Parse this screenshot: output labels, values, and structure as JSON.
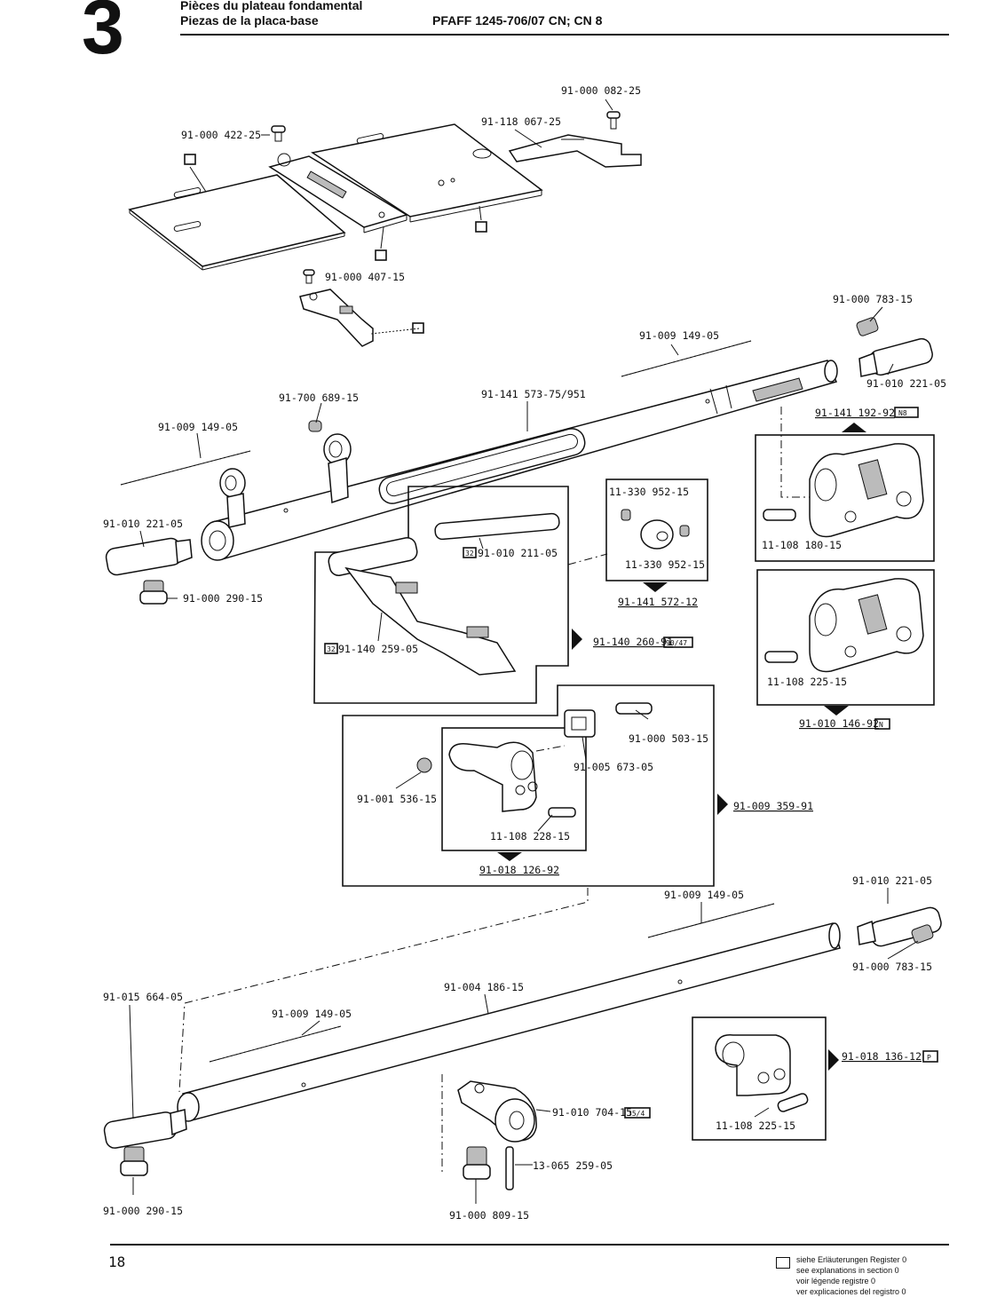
{
  "header": {
    "section_number": "3",
    "title_fr": "Pièces du plateau fondamental",
    "title_es": "Piezas de la placa-base",
    "model": "PFAFF 1245-706/07 CN; CN 8"
  },
  "labels": {
    "p1": "91-000 082-25",
    "p2": "91-118 067-25",
    "p3": "91-000 422-25",
    "p4": "91-000 407-15",
    "p5": "91-000 783-15",
    "p6": "91-009 149-05",
    "p7": "91-010 221-05",
    "p8": "91-700 689-15",
    "p9": "91-141 573-75/951",
    "p10": "91-009 149-05",
    "p11": "91-141 192-92",
    "p12": "11-108 180-15",
    "p13": "11-330 952-15",
    "p14": "11-330 952-15",
    "p15": "91-141 572-12",
    "p16": "91-010 221-05",
    "p17": "91-010 211-05",
    "p18": "91-000 290-15",
    "p19": "91-140 259-05",
    "p20": "91-140 260-91",
    "p21": "11-108 225-15",
    "p22": "91-010 146-92",
    "p23": "91-000 503-15",
    "p24": "91-005 673-05",
    "p25": "91-001 536-15",
    "p26": "91-009 359-91",
    "p27": "11-108 228-15",
    "p28": "91-018 126-92",
    "p29": "91-009 149-05",
    "p30": "91-010 221-05",
    "p31": "91-000 783-15",
    "p32": "91-015 664-05",
    "p33": "91-004 186-15",
    "p34": "91-009 149-05",
    "p35": "91-018 136-12",
    "p36": "91-010 704-15",
    "p37": "11-108 225-15",
    "p38": "13-065 259-05",
    "p39": "91-000 290-15",
    "p40": "91-000 809-15"
  },
  "tags": {
    "t1": "N8",
    "t2": "32",
    "t3": "32",
    "t4": "90/47",
    "t5": "N",
    "t6": "P",
    "t7": "35/4"
  },
  "footer": {
    "page_number": "18",
    "legend_de": "siehe Erläuterungen Register 0",
    "legend_en": "see explanations in section 0",
    "legend_fr": "voir légende registre 0",
    "legend_es": "ver explicaciones del registro 0"
  }
}
